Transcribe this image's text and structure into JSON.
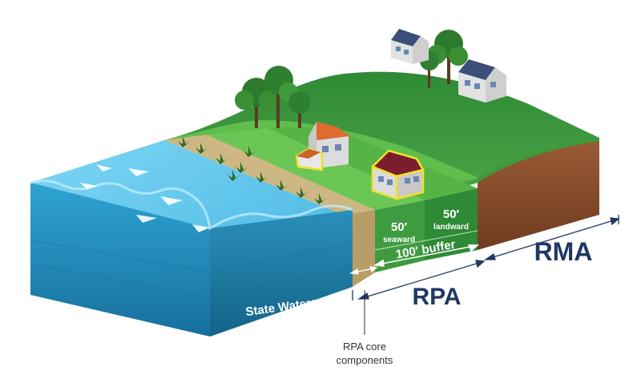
{
  "labels": {
    "state_waters": "State Waters",
    "seaward_distance": "50′",
    "seaward": "seaward",
    "landward_distance": "50′",
    "landward": "landward",
    "buffer": "100′ buffer",
    "rpa": "RPA",
    "rma": "RMA",
    "rpa_core_line1": "RPA core",
    "rpa_core_line2": "components"
  },
  "colors": {
    "water_top": "#5fc6ea",
    "water_front": "#1f8fbf",
    "beach": "#c8b27c",
    "grass_light": "#5cbf4a",
    "grass_dark": "#3e9a3a",
    "soil": "#8a5030",
    "navy": "#1f3864"
  },
  "icons": [
    "house-icon",
    "tree-icon",
    "arrow-icon"
  ]
}
